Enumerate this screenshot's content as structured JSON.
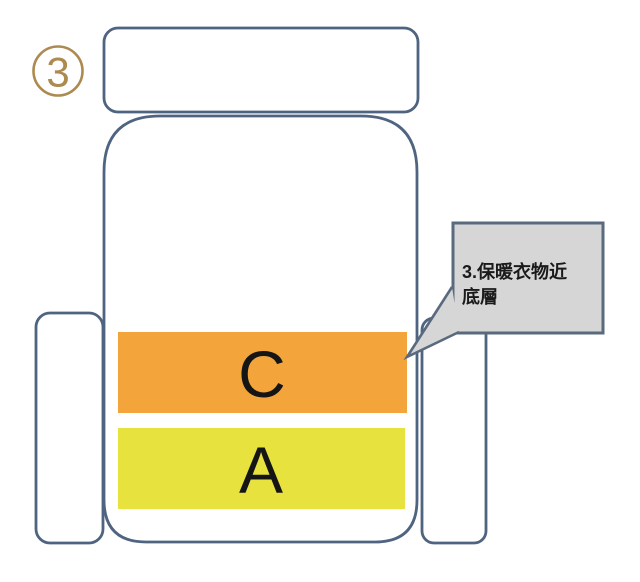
{
  "badge": {
    "number": "3",
    "color": "#AC8A50"
  },
  "backpack": {
    "compartments": [
      {
        "label": "C",
        "fill": "#F3A53C"
      },
      {
        "label": "A",
        "fill": "#E7E23D"
      }
    ]
  },
  "callout": {
    "text_line1": "3.保暖衣物近",
    "text_line2": "底層",
    "full_text": "3.保暖衣物近底層",
    "fill": "#D6D6D6",
    "border": "#5A6A7E"
  },
  "colors": {
    "outline": "#4E6480",
    "background": "#FFFFFF"
  }
}
